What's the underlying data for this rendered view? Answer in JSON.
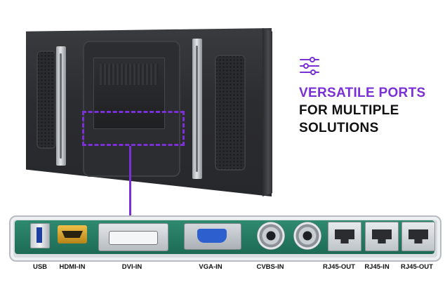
{
  "headline": {
    "line1": "VERSATILE PORTS",
    "line2": "FOR MULTIPLE",
    "line3": "SOLUTIONS",
    "accent_color": "#7b2fd6",
    "text_color": "#111111"
  },
  "icon": "sliders-icon",
  "ports": [
    {
      "label": "USB"
    },
    {
      "label": "HDMI-IN"
    },
    {
      "label": "DVI-IN"
    },
    {
      "label": "VGA-IN"
    },
    {
      "label": "CVBS-IN"
    },
    {
      "label": "RJ45-OUT"
    },
    {
      "label": "RJ45-IN"
    },
    {
      "label": "RJ45-OUT"
    }
  ],
  "colors": {
    "highlight": "#7b2fd6",
    "panel": "#2b2c2f",
    "pcb": "#1d6b55"
  }
}
